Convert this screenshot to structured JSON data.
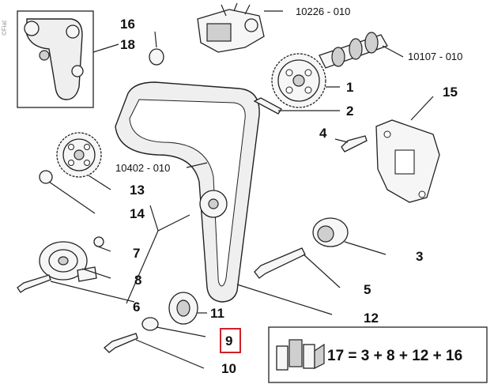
{
  "watermark": "©Fiat",
  "callouts": {
    "c16": "16",
    "c18": "18",
    "c1": "1",
    "c2": "2",
    "c4": "4",
    "c15": "15",
    "c13": "13",
    "c14": "14",
    "c7": "7",
    "c8": "8",
    "c6": "6",
    "c3": "3",
    "c5": "5",
    "c12": "12",
    "c11": "11",
    "c9": "9",
    "c10": "10"
  },
  "references": {
    "pump": "10226 - 010",
    "camshaft": "10107 - 010",
    "crankshaft": "10402 - 010"
  },
  "kit": {
    "formula": "17 = 3 + 8 + 12 + 16"
  },
  "highlighted_callout": "9",
  "colors": {
    "highlight": "#d0202a",
    "line": "#222222"
  }
}
